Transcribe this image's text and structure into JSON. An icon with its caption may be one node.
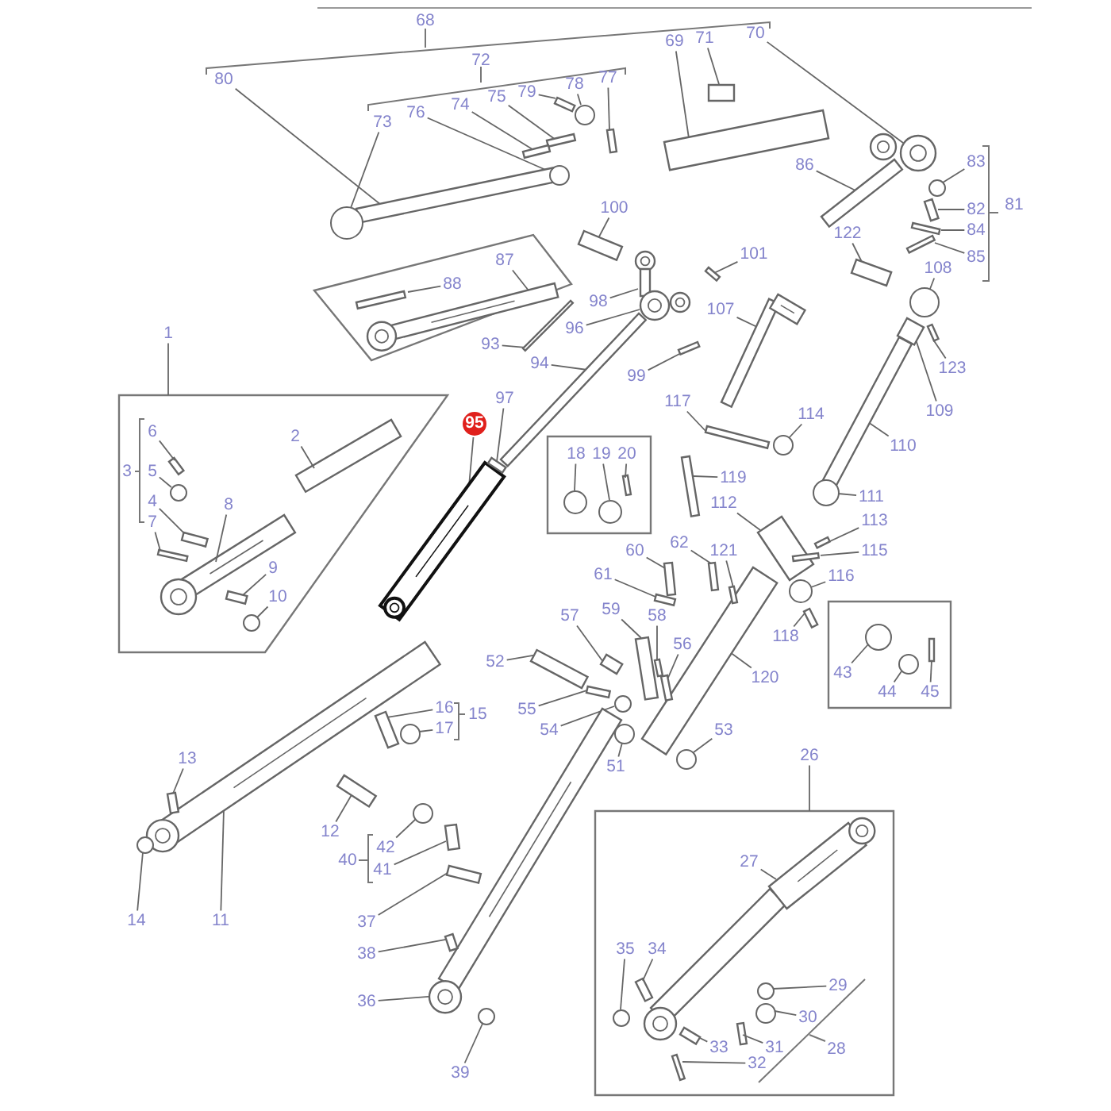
{
  "diagram": {
    "nodes": [
      {
        "text": [
          "69"
        ]
      },
      {
        "text": [
          "71"
        ]
      },
      {
        "text": [
          "70"
        ]
      },
      {
        "text": [
          "80"
        ]
      },
      {
        "text": [
          "77"
        ]
      },
      {
        "text": [
          "78"
        ]
      },
      {
        "text": [
          "79"
        ]
      },
      {
        "text": [
          "75"
        ]
      },
      {
        "text": [
          "74"
        ]
      },
      {
        "text": [
          "76"
        ]
      },
      {
        "text": [
          "73"
        ]
      },
      {
        "text": [
          "86"
        ]
      },
      {
        "text": [
          "83"
        ]
      },
      {
        "text": [
          "82"
        ]
      },
      {
        "text": [
          "84"
        ]
      },
      {
        "text": [
          "85"
        ]
      },
      {
        "text": [
          "100"
        ]
      },
      {
        "text": [
          "122"
        ]
      },
      {
        "text": [
          "101"
        ]
      },
      {
        "text": [
          "108"
        ]
      },
      {
        "text": [],
        "shape": "box"
      },
      {
        "text": [
          "87"
        ],
        "in": 20
      },
      {
        "text": [
          "88"
        ],
        "in": 20
      },
      {
        "text": [
          "98"
        ]
      },
      {
        "text": [
          "96"
        ]
      },
      {
        "text": [
          "107"
        ]
      },
      {
        "text": [
          "93"
        ]
      },
      {
        "text": [
          "94"
        ]
      },
      {
        "text": [
          "99"
        ]
      },
      {
        "text": [
          "123"
        ]
      },
      {
        "text": [
          "1"
        ]
      },
      {
        "text": [],
        "shape": "box"
      },
      {
        "text": [
          "117"
        ]
      },
      {
        "text": [
          "114"
        ]
      },
      {
        "text": [
          "97"
        ]
      },
      {
        "text": [
          "109"
        ]
      },
      {
        "text": [
          "95"
        ]
      },
      {
        "text": [
          "2"
        ],
        "in": 31
      },
      {
        "text": [
          "6"
        ],
        "in": 31
      },
      {
        "text": [
          "5"
        ],
        "in": 31
      },
      {
        "text": [
          "4"
        ],
        "in": 31
      },
      {
        "text": [
          "7"
        ],
        "in": 31
      },
      {
        "text": [
          "8"
        ],
        "in": 31
      },
      {
        "text": [
          "9"
        ],
        "in": 31
      },
      {
        "text": [
          "10"
        ],
        "in": 31
      },
      {
        "text": [
          "110"
        ]
      },
      {
        "text": [],
        "shape": "box"
      },
      {
        "text": [
          "18"
        ],
        "in": 46
      },
      {
        "text": [
          "19"
        ],
        "in": 46
      },
      {
        "text": [
          "20"
        ],
        "in": 46
      },
      {
        "text": [
          "119"
        ]
      },
      {
        "text": [
          "111"
        ]
      },
      {
        "text": [
          "112"
        ]
      },
      {
        "text": [
          "113"
        ]
      },
      {
        "text": [
          "115"
        ]
      },
      {
        "text": [
          "60"
        ]
      },
      {
        "text": [
          "62"
        ]
      },
      {
        "text": [
          "121"
        ]
      },
      {
        "text": [
          "116"
        ]
      },
      {
        "text": [
          "61"
        ]
      },
      {
        "text": [
          "118"
        ]
      },
      {
        "text": [
          "57"
        ]
      },
      {
        "text": [
          "59"
        ]
      },
      {
        "text": [
          "58"
        ]
      },
      {
        "text": [
          "56"
        ]
      },
      {
        "text": [],
        "shape": "box"
      },
      {
        "text": [
          "43"
        ],
        "in": 65
      },
      {
        "text": [
          "44"
        ],
        "in": 65
      },
      {
        "text": [
          "45"
        ],
        "in": 65
      },
      {
        "text": [
          "52"
        ]
      },
      {
        "text": [
          "120"
        ]
      },
      {
        "text": [
          "55"
        ]
      },
      {
        "text": [
          "16"
        ]
      },
      {
        "text": [
          "17"
        ]
      },
      {
        "text": [
          "54"
        ]
      },
      {
        "text": [
          "51"
        ]
      },
      {
        "text": [
          "53"
        ]
      },
      {
        "text": [
          "13"
        ]
      },
      {
        "text": [
          "26"
        ]
      },
      {
        "text": [
          "12"
        ]
      },
      {
        "text": [],
        "shape": "box"
      },
      {
        "text": [
          "42"
        ]
      },
      {
        "text": [
          "41"
        ]
      },
      {
        "text": [
          "27"
        ],
        "in": 80
      },
      {
        "text": [
          "14"
        ]
      },
      {
        "text": [
          "11"
        ]
      },
      {
        "text": [
          "37"
        ]
      },
      {
        "text": [
          "38"
        ]
      },
      {
        "text": [
          "35"
        ],
        "in": 80
      },
      {
        "text": [
          "34"
        ],
        "in": 80
      },
      {
        "text": [
          "29"
        ],
        "in": 80
      },
      {
        "text": [
          "36"
        ]
      },
      {
        "text": [
          "30"
        ],
        "in": 80
      },
      {
        "text": [
          "33"
        ],
        "in": 80
      },
      {
        "text": [
          "31"
        ],
        "in": 80
      },
      {
        "text": [
          "32"
        ],
        "in": 80
      },
      {
        "text": [
          "39"
        ]
      },
      {
        "text": [],
        "shape": "bar"
      },
      {
        "text": [],
        "shape": "bar"
      },
      {
        "text": [],
        "shape": "picture"
      },
      {
        "text": [],
        "shape": "bar"
      },
      {
        "text": [],
        "shape": "bar"
      },
      {
        "text": [],
        "shape": "circle"
      },
      {
        "text": [],
        "shape": "bar"
      },
      {
        "text": [],
        "shape": "bar"
      },
      {
        "text": [],
        "shape": "bar"
      },
      {
        "text": [],
        "shape": "circle"
      },
      {
        "text": [],
        "shape": "circle"
      },
      {
        "text": [],
        "shape": "bar"
      },
      {
        "text": [],
        "shape": "circle"
      },
      {
        "text": [],
        "shape": "bar"
      },
      {
        "text": [],
        "shape": "bar"
      },
      {
        "text": [],
        "shape": "bar"
      },
      {
        "text": [],
        "shape": "bar"
      },
      {
        "text": [],
        "shape": "bar"
      },
      {
        "text": [],
        "shape": "bar"
      },
      {
        "text": [],
        "shape": "circle"
      },
      {
        "text": [],
        "shape": "picture",
        "in": 20
      },
      {
        "text": [],
        "shape": "bar",
        "in": 20
      },
      {
        "text": [],
        "shape": "picture"
      },
      {
        "text": [],
        "shape": "picture"
      },
      {
        "text": [],
        "shape": "picture"
      },
      {
        "text": [],
        "shape": "bar"
      },
      {
        "text": [],
        "shape": "bar"
      },
      {
        "text": [],
        "shape": "bar"
      },
      {
        "text": [],
        "shape": "bar"
      },
      {
        "text": [],
        "shape": "bar"
      },
      {
        "text": [],
        "shape": "circle"
      },
      {
        "text": [],
        "shape": "bar"
      },
      {
        "text": [],
        "shape": "bar"
      },
      {
        "text": [],
        "shape": "picture"
      },
      {
        "text": [],
        "shape": "bar",
        "in": 31
      },
      {
        "text": [],
        "shape": "bar",
        "in": 31
      },
      {
        "text": [],
        "shape": "circle",
        "in": 31
      },
      {
        "text": [],
        "shape": "bar",
        "in": 31
      },
      {
        "text": [],
        "shape": "bar",
        "in": 31
      },
      {
        "text": [],
        "shape": "picture",
        "in": 31
      },
      {
        "text": [],
        "shape": "bar",
        "in": 31
      },
      {
        "text": [],
        "shape": "circle",
        "in": 31
      },
      {
        "text": [],
        "shape": "bar"
      },
      {
        "text": [],
        "shape": "circle",
        "in": 46
      },
      {
        "text": [],
        "shape": "circle",
        "in": 46
      },
      {
        "text": [],
        "shape": "bar",
        "in": 46
      },
      {
        "text": [],
        "shape": "bar"
      },
      {
        "text": [],
        "shape": "circle"
      },
      {
        "text": [],
        "shape": "bar"
      },
      {
        "text": [],
        "shape": "bar"
      },
      {
        "text": [],
        "shape": "bar"
      },
      {
        "text": [],
        "shape": "bar"
      },
      {
        "text": [],
        "shape": "bar"
      },
      {
        "text": [],
        "shape": "bar"
      },
      {
        "text": [],
        "shape": "circle"
      },
      {
        "text": [],
        "shape": "bar"
      },
      {
        "text": [],
        "shape": "bar"
      },
      {
        "text": [],
        "shape": "bar"
      },
      {
        "text": [],
        "shape": "bar"
      },
      {
        "text": [],
        "shape": "bar"
      },
      {
        "text": [],
        "shape": "bar"
      },
      {
        "text": [],
        "shape": "circle",
        "in": 65
      },
      {
        "text": [],
        "shape": "circle",
        "in": 65
      },
      {
        "text": [],
        "shape": "bar",
        "in": 65
      },
      {
        "text": [],
        "shape": "bar"
      },
      {
        "text": [],
        "shape": "bar"
      },
      {
        "text": [],
        "shape": "bar"
      },
      {
        "text": [],
        "shape": "bar"
      },
      {
        "text": [],
        "shape": "circle"
      },
      {
        "text": [],
        "shape": "circle"
      },
      {
        "text": [],
        "shape": "circle"
      },
      {
        "text": [],
        "shape": "circle"
      },
      {
        "text": [],
        "shape": "bar"
      },
      {
        "text": [],
        "shape": "bar"
      },
      {
        "text": [],
        "shape": "circle"
      },
      {
        "text": [],
        "shape": "bar"
      },
      {
        "text": [],
        "shape": "picture",
        "in": 80
      },
      {
        "text": [],
        "shape": "circle"
      },
      {
        "text": [],
        "shape": "picture"
      },
      {
        "text": [],
        "shape": "bar"
      },
      {
        "text": [],
        "shape": "bar"
      },
      {
        "text": [],
        "shape": "circle",
        "in": 80
      },
      {
        "text": [],
        "shape": "bar",
        "in": 80
      },
      {
        "text": [],
        "shape": "circle",
        "in": 80
      },
      {
        "text": [],
        "shape": "picture"
      },
      {
        "text": [],
        "shape": "circle",
        "in": 80
      },
      {
        "text": [],
        "shape": "bar",
        "in": 80
      },
      {
        "text": [],
        "shape": "bar",
        "in": 80
      },
      {
        "text": [],
        "shape": "bar",
        "in": 80
      },
      {
        "text": [],
        "shape": "circle"
      }
    ],
    "edges": [
      {
        "from": 0,
        "to": 97,
        "arrow": "none"
      },
      {
        "from": 1,
        "to": 98,
        "arrow": "none"
      },
      {
        "from": 2,
        "to": 99,
        "arrow": "none"
      },
      {
        "from": 3,
        "to": 100,
        "arrow": "none"
      },
      {
        "from": 4,
        "to": 101,
        "arrow": "none"
      },
      {
        "from": 5,
        "to": 102,
        "arrow": "none"
      },
      {
        "from": 6,
        "to": 103,
        "arrow": "none"
      },
      {
        "from": 7,
        "to": 104,
        "arrow": "none"
      },
      {
        "from": 8,
        "to": 105,
        "arrow": "none"
      },
      {
        "from": 9,
        "to": 106,
        "arrow": "none"
      },
      {
        "from": 10,
        "to": 107,
        "arrow": "none"
      },
      {
        "from": 11,
        "to": 108,
        "arrow": "none"
      },
      {
        "from": 12,
        "to": 109,
        "arrow": "none"
      },
      {
        "from": 13,
        "to": 110,
        "arrow": "none"
      },
      {
        "from": 14,
        "to": 111,
        "arrow": "none"
      },
      {
        "from": 15,
        "to": 112,
        "arrow": "none"
      },
      {
        "from": 16,
        "to": 113,
        "arrow": "none"
      },
      {
        "from": 17,
        "to": 114,
        "arrow": "none"
      },
      {
        "from": 18,
        "to": 115,
        "arrow": "none"
      },
      {
        "from": 19,
        "to": 116,
        "arrow": "none"
      },
      {
        "from": 21,
        "to": 117,
        "arrow": "none"
      },
      {
        "from": 22,
        "to": 118,
        "arrow": "none"
      },
      {
        "from": 23,
        "to": 119,
        "arrow": "none"
      },
      {
        "from": 24,
        "to": 120,
        "arrow": "none"
      },
      {
        "from": 25,
        "to": 121,
        "arrow": "none"
      },
      {
        "from": 26,
        "to": 122,
        "arrow": "none"
      },
      {
        "from": 27,
        "to": 123,
        "arrow": "none"
      },
      {
        "from": 28,
        "to": 124,
        "arrow": "none"
      },
      {
        "from": 29,
        "to": 125,
        "arrow": "none"
      },
      {
        "from": 30,
        "to": 31,
        "arrow": "none"
      },
      {
        "from": 32,
        "to": 126,
        "arrow": "none"
      },
      {
        "from": 33,
        "to": 127,
        "arrow": "none"
      },
      {
        "from": 34,
        "to": 128,
        "arrow": "none"
      },
      {
        "from": 35,
        "to": 129,
        "arrow": "none"
      },
      {
        "from": 36,
        "to": 130,
        "arrow": "none"
      },
      {
        "from": 37,
        "to": 131,
        "arrow": "none"
      },
      {
        "from": 38,
        "to": 132,
        "arrow": "none"
      },
      {
        "from": 39,
        "to": 133,
        "arrow": "none"
      },
      {
        "from": 40,
        "to": 134,
        "arrow": "none"
      },
      {
        "from": 41,
        "to": 135,
        "arrow": "none"
      },
      {
        "from": 42,
        "to": 136,
        "arrow": "none"
      },
      {
        "from": 43,
        "to": 137,
        "arrow": "none"
      },
      {
        "from": 44,
        "to": 138,
        "arrow": "none"
      },
      {
        "from": 45,
        "to": 139,
        "arrow": "none"
      },
      {
        "from": 47,
        "to": 140,
        "arrow": "none"
      },
      {
        "from": 48,
        "to": 141,
        "arrow": "none"
      },
      {
        "from": 49,
        "to": 142,
        "arrow": "none"
      },
      {
        "from": 50,
        "to": 143,
        "arrow": "none"
      },
      {
        "from": 51,
        "to": 144,
        "arrow": "none"
      },
      {
        "from": 52,
        "to": 145,
        "arrow": "none"
      },
      {
        "from": 53,
        "to": 146,
        "arrow": "none"
      },
      {
        "from": 54,
        "to": 147,
        "arrow": "none"
      },
      {
        "from": 55,
        "to": 148,
        "arrow": "none"
      },
      {
        "from": 56,
        "to": 149,
        "arrow": "none"
      },
      {
        "from": 57,
        "to": 150,
        "arrow": "none"
      },
      {
        "from": 58,
        "to": 151,
        "arrow": "none"
      },
      {
        "from": 59,
        "to": 152,
        "arrow": "none"
      },
      {
        "from": 60,
        "to": 153,
        "arrow": "none"
      },
      {
        "from": 61,
        "to": 154,
        "arrow": "none"
      },
      {
        "from": 62,
        "to": 155,
        "arrow": "none"
      },
      {
        "from": 63,
        "to": 156,
        "arrow": "none"
      },
      {
        "from": 64,
        "to": 157,
        "arrow": "none"
      },
      {
        "from": 66,
        "to": 158,
        "arrow": "none"
      },
      {
        "from": 67,
        "to": 159,
        "arrow": "none"
      },
      {
        "from": 68,
        "to": 160,
        "arrow": "none"
      },
      {
        "from": 69,
        "to": 161,
        "arrow": "none"
      },
      {
        "from": 70,
        "to": 162,
        "arrow": "none"
      },
      {
        "from": 71,
        "to": 163,
        "arrow": "none"
      },
      {
        "from": 72,
        "to": 164,
        "arrow": "none"
      },
      {
        "from": 73,
        "to": 165,
        "arrow": "none"
      },
      {
        "from": 74,
        "to": 166,
        "arrow": "none"
      },
      {
        "from": 75,
        "to": 167,
        "arrow": "none"
      },
      {
        "from": 76,
        "to": 168,
        "arrow": "none"
      },
      {
        "from": 77,
        "to": 169,
        "arrow": "none"
      },
      {
        "from": 78,
        "to": 80,
        "arrow": "none"
      },
      {
        "from": 79,
        "to": 170,
        "arrow": "none"
      },
      {
        "from": 81,
        "to": 171,
        "arrow": "none"
      },
      {
        "from": 82,
        "to": 172,
        "arrow": "none"
      },
      {
        "from": 83,
        "to": 173,
        "arrow": "none"
      },
      {
        "from": 84,
        "to": 174,
        "arrow": "none"
      },
      {
        "from": 85,
        "to": 175,
        "arrow": "none"
      },
      {
        "from": 86,
        "to": 176,
        "arrow": "none"
      },
      {
        "from": 87,
        "to": 177,
        "arrow": "none"
      },
      {
        "from": 88,
        "to": 178,
        "arrow": "none"
      },
      {
        "from": 89,
        "to": 179,
        "arrow": "none"
      },
      {
        "from": 90,
        "to": 180,
        "arrow": "none"
      },
      {
        "from": 91,
        "to": 181,
        "arrow": "none"
      },
      {
        "from": 92,
        "to": 182,
        "arrow": "none"
      },
      {
        "from": 93,
        "to": 183,
        "arrow": "none"
      },
      {
        "from": 94,
        "to": 184,
        "arrow": "none"
      },
      {
        "from": 95,
        "to": 185,
        "arrow": "none"
      },
      {
        "from": 96,
        "to": 186,
        "arrow": "none"
      }
    ],
    "labels": [
      "68",
      "72",
      "81",
      "3",
      "15",
      "40",
      "28"
    ]
  }
}
